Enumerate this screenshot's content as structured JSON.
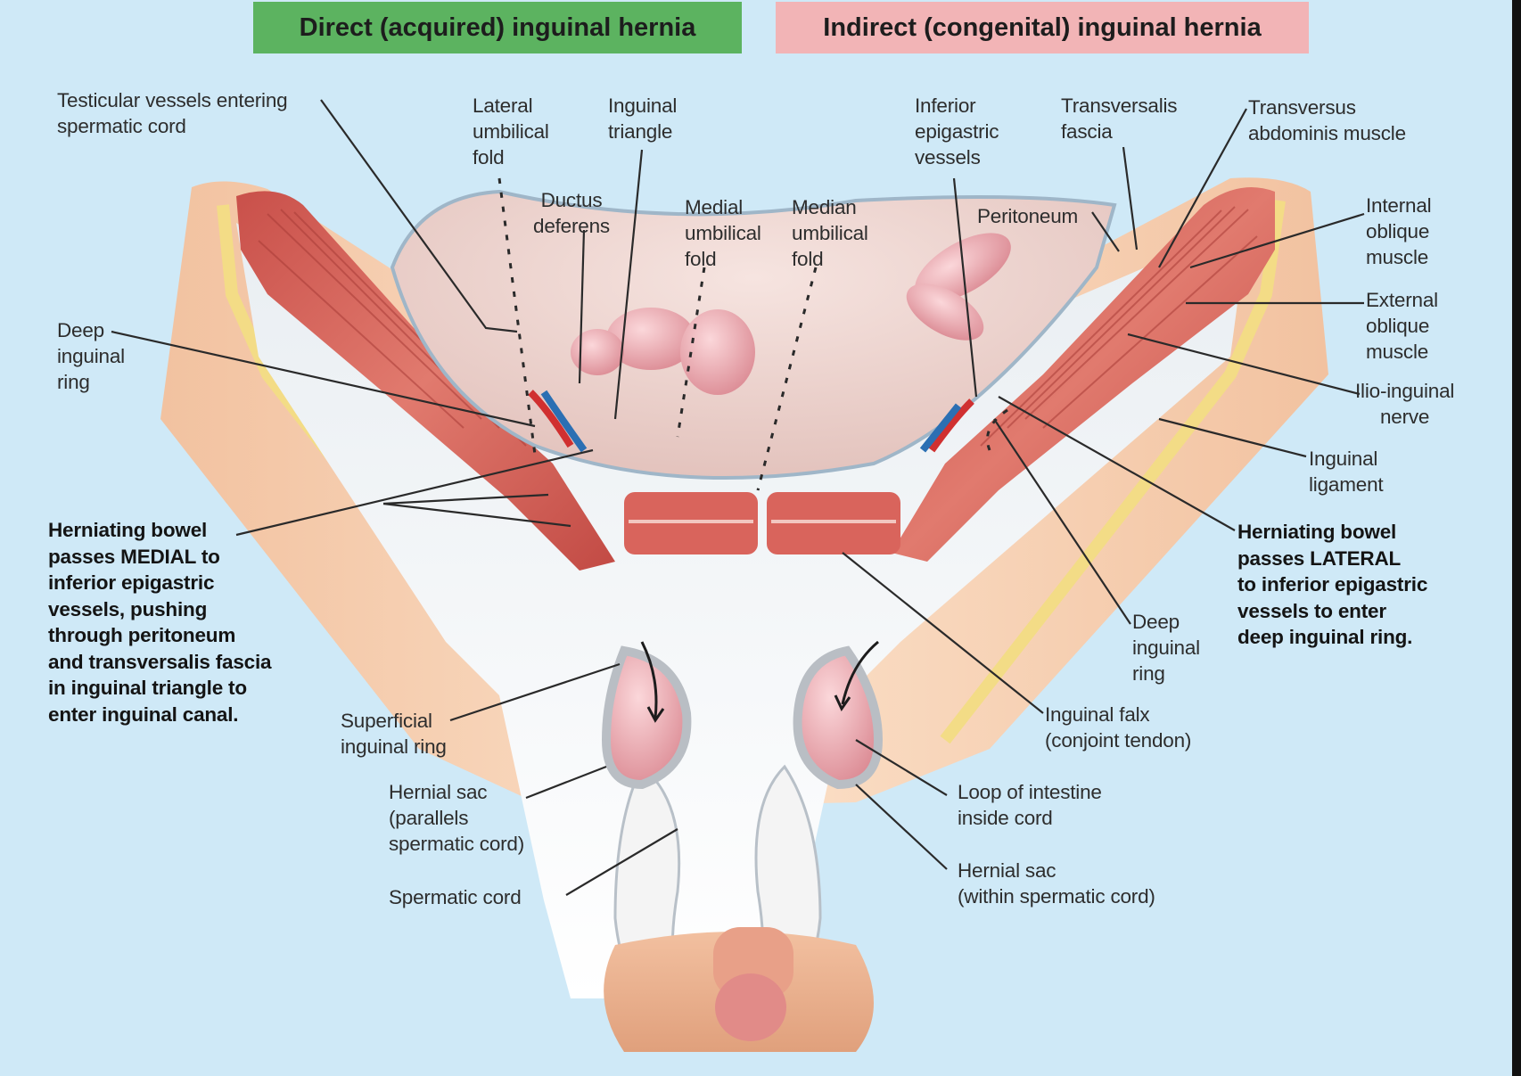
{
  "headers": {
    "direct": "Direct (acquired) inguinal hernia",
    "indirect": "Indirect (congenital) inguinal hernia"
  },
  "colors": {
    "background": "#cfe9f7",
    "direct_header": "#5cb360",
    "indirect_header": "#f2b4b6",
    "muscle": "#d9645c",
    "fascia": "#f1f1f1",
    "skin": "#f6cfae",
    "fat": "#f3dc86",
    "bowel": "#eaa3ab",
    "label_text": "#2d2d2d",
    "leader_line": "#2a2a2a"
  },
  "labels": {
    "testicular_vessels": "Testicular vessels entering\nspermatic cord",
    "lateral_umbilical_fold": "Lateral\numbilical\nfold",
    "inguinal_triangle": "Inguinal\ntriangle",
    "ductus_deferens": "Ductus\ndeferens",
    "medial_umbilical_fold": "Medial\numbilical\nfold",
    "median_umbilical_fold": "Median\numbilical\nfold",
    "inferior_epigastric_vessels": "Inferior\nepigastric\nvessels",
    "transversalis_fascia": "Transversalis\nfascia",
    "transversus_abdominis": "Transversus\nabdominis muscle",
    "peritoneum": "Peritoneum",
    "internal_oblique": "Internal\noblique\nmuscle",
    "external_oblique": "External\noblique\nmuscle",
    "ilioinguinal_nerve": "Ilio-inguinal\nnerve",
    "inguinal_ligament": "Inguinal\nligament",
    "deep_ring_left": "Deep\ninguinal\nring",
    "deep_ring_right": "Deep\ninguinal\nring",
    "herniating_medial": "Herniating bowel\npasses MEDIAL to\ninferior epigastric\nvessels, pushing\nthrough peritoneum\nand transversalis fascia\nin inguinal triangle to\nenter inguinal canal.",
    "herniating_lateral": "Herniating bowel\npasses LATERAL\nto inferior epigastric\nvessels to enter\ndeep inguinal ring.",
    "superficial_ring": "Superficial\ninguinal ring",
    "hernial_sac_parallel": "Hernial sac\n(parallels\nspermatic cord)",
    "spermatic_cord": "Spermatic cord",
    "inguinal_falx": "Inguinal falx\n(conjoint tendon)",
    "loop_of_intestine": "Loop of intestine\ninside cord",
    "hernial_sac_within": "Hernial sac\n(within spermatic cord)"
  }
}
